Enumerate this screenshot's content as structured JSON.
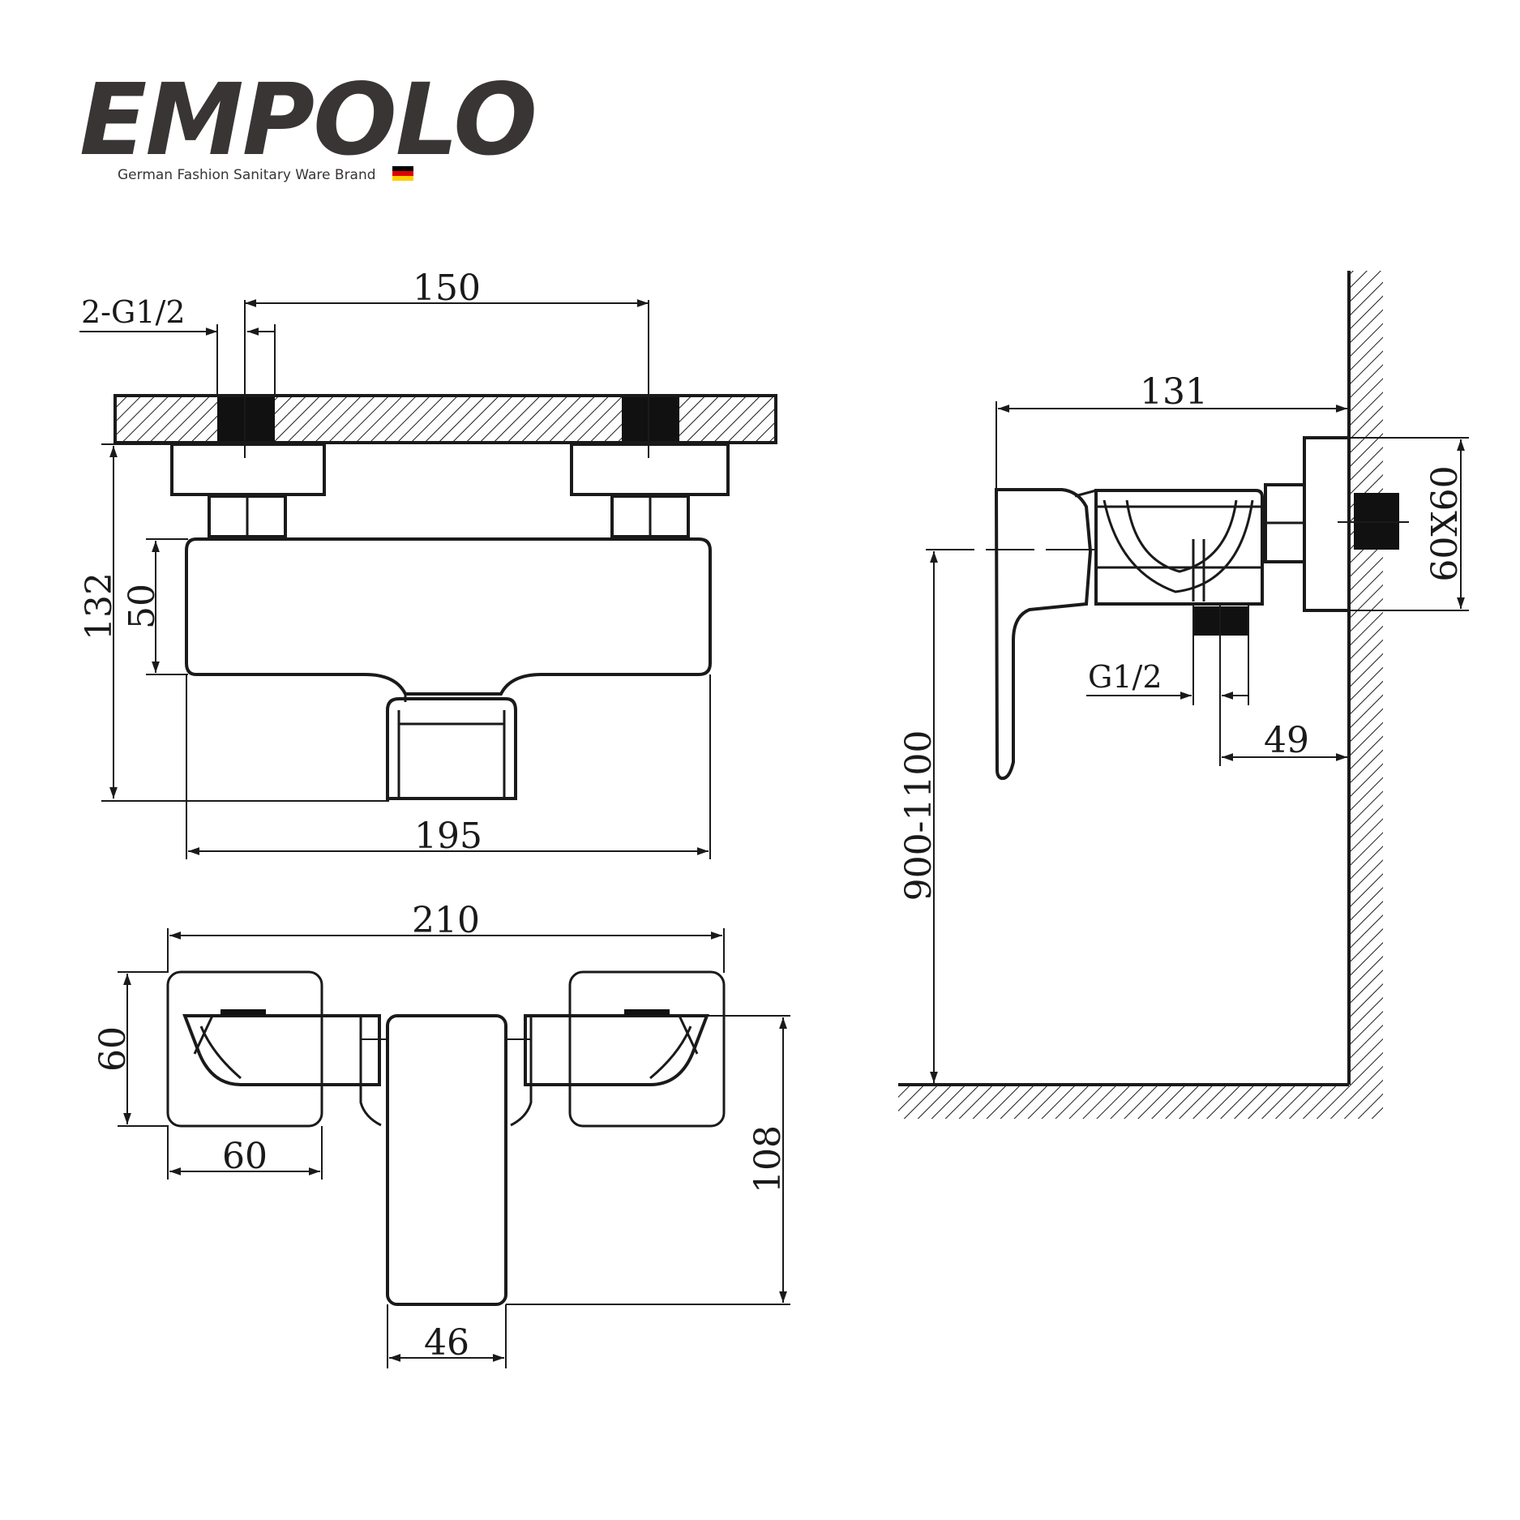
{
  "brand": {
    "logo_text": "EMPOLO",
    "tagline": "German Fashion Sanitary Ware Brand",
    "flag_colors": [
      "#000000",
      "#dd0000",
      "#ffce00"
    ]
  },
  "front_view": {
    "inlet_spacing": "150",
    "inlet_thread": "2-G1/2",
    "total_height": "132",
    "body_height": "50",
    "body_width": "195"
  },
  "top_view": {
    "overall_width": "210",
    "flange_depth": "60",
    "flange_width": "60",
    "projection": "108",
    "body_width": "46"
  },
  "side_view": {
    "projection": "131",
    "flange_size": "60X60",
    "outlet_thread": "G1/2",
    "outlet_offset": "49",
    "mount_height": "900-1100"
  }
}
